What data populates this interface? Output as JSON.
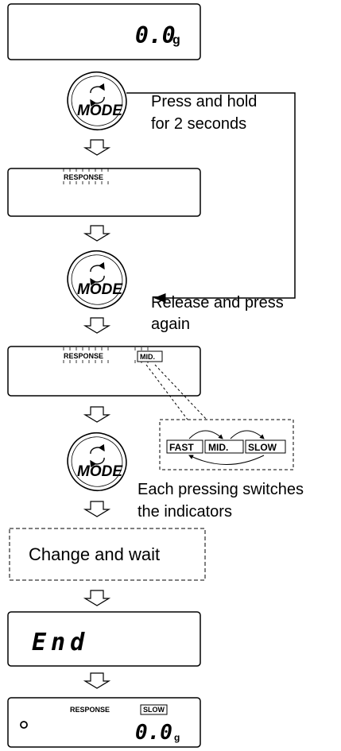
{
  "display1": {
    "value": "0.0",
    "unit": "g"
  },
  "mode_button": {
    "label": "MODE"
  },
  "step1": {
    "line1": "Press and hold",
    "line2": "for 2 seconds"
  },
  "display2": {
    "indicator": "RESPONSE"
  },
  "step2": {
    "line1": "Release and press",
    "line2": "again"
  },
  "display3": {
    "indicator": "RESPONSE",
    "setting": "MID."
  },
  "options": [
    "FAST",
    "MID.",
    "SLOW"
  ],
  "step3": {
    "line1": "Each pressing switches",
    "line2": "the indicators"
  },
  "wait_box": {
    "text": "Change and wait"
  },
  "display4": {
    "value": "End"
  },
  "display5": {
    "indicator": "RESPONSE",
    "setting": "SLOW",
    "value": "0.0",
    "unit": "g"
  }
}
